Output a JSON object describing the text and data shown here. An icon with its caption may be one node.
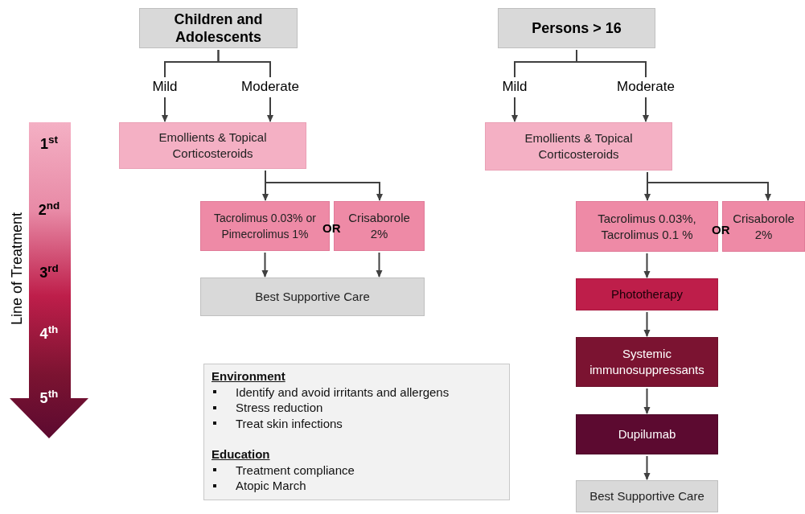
{
  "diagram": {
    "nodes": [
      {
        "text": [
          "Children and Adolescents"
        ]
      },
      {
        "text": [
          "Mild"
        ]
      },
      {
        "text": [
          "Moderate"
        ]
      },
      {
        "text": [
          "Emollients & Topical Corticosteroids"
        ]
      },
      {
        "text": [
          "Tacrolimus 0.03% or Pimecrolimus 1%"
        ]
      },
      {
        "text": [
          "Crisaborole 2%"
        ]
      },
      {
        "text": [
          "Best Supportive Care"
        ]
      },
      {
        "text": [
          "Persons > 16"
        ]
      },
      {
        "text": [
          "Mild"
        ]
      },
      {
        "text": [
          "Moderate"
        ]
      },
      {
        "text": [
          "Emollients & Topical Corticosteroids"
        ]
      },
      {
        "text": [
          "Tacrolimus 0.03%, Tacrolimus 0.1 %"
        ]
      },
      {
        "text": [
          "Crisaborole 2%"
        ]
      },
      {
        "text": [
          "Phototherapy"
        ]
      },
      {
        "text": [
          "Systemic immunosuppressants"
        ]
      },
      {
        "text": [
          "Dupilumab"
        ]
      },
      {
        "text": [
          "Best Supportive Care"
        ]
      },
      {
        "text": [
          "Environment",
          "Identify and avoid irritants and allergens",
          "Stress reduction",
          "Treat skin infections",
          "Education",
          "Treatment compliance",
          "Atopic March"
        ]
      },
      {
        "text": [
          "1$^{st}$",
          "2$^{nd}$",
          "3$^{rd}$",
          "4$^{th}$",
          "5$^{th}$"
        ],
        "beside": [
          "Line of Treatment"
        ]
      }
    ],
    "edges": [
      {
        "from": 0,
        "to": 1,
        "arrow": "none"
      },
      {
        "from": 0,
        "to": 2,
        "arrow": "none"
      },
      {
        "from": 1,
        "to": 3,
        "arrow": "to"
      },
      {
        "from": 2,
        "to": 3,
        "arrow": "to"
      },
      {
        "from": 3,
        "to": 4,
        "arrow": "to"
      },
      {
        "from": 3,
        "to": 5,
        "arrow": "to"
      },
      {
        "from": 4,
        "to": 6,
        "arrow": "to"
      },
      {
        "from": 5,
        "to": 6,
        "arrow": "to"
      },
      {
        "from": 7,
        "to": 8,
        "arrow": "none"
      },
      {
        "from": 7,
        "to": 9,
        "arrow": "none"
      },
      {
        "from": 8,
        "to": 10,
        "arrow": "to"
      },
      {
        "from": 9,
        "to": 10,
        "arrow": "to"
      },
      {
        "from": 10,
        "to": 11,
        "arrow": "to"
      },
      {
        "from": 10,
        "to": 12,
        "arrow": "to"
      },
      {
        "from": 11,
        "to": 13,
        "arrow": "to"
      },
      {
        "from": 13,
        "to": 14,
        "arrow": "to"
      },
      {
        "from": 14,
        "to": 15,
        "arrow": "to"
      },
      {
        "from": 15,
        "to": 16,
        "arrow": "to"
      }
    ],
    "labels": [
      "OR",
      "OR"
    ]
  }
}
